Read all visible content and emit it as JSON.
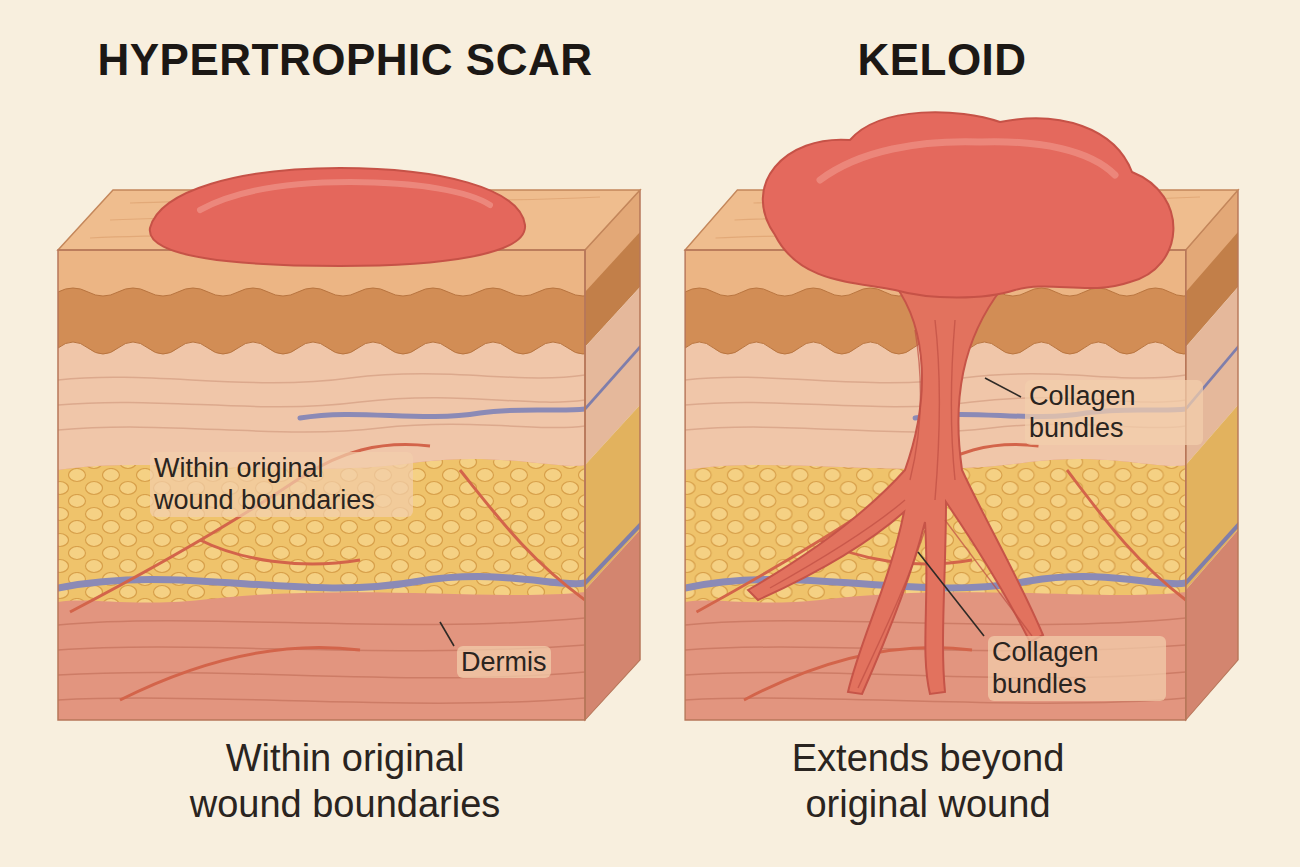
{
  "diagram": {
    "labels": [
      "HYPERTROPHIC SCAR",
      "KELOID",
      "Within original wound boundaries",
      "Dermis",
      "Collagen bundles",
      "Collagen bundles",
      "Within original wound boundaries",
      "Extends beyond original wound"
    ]
  }
}
